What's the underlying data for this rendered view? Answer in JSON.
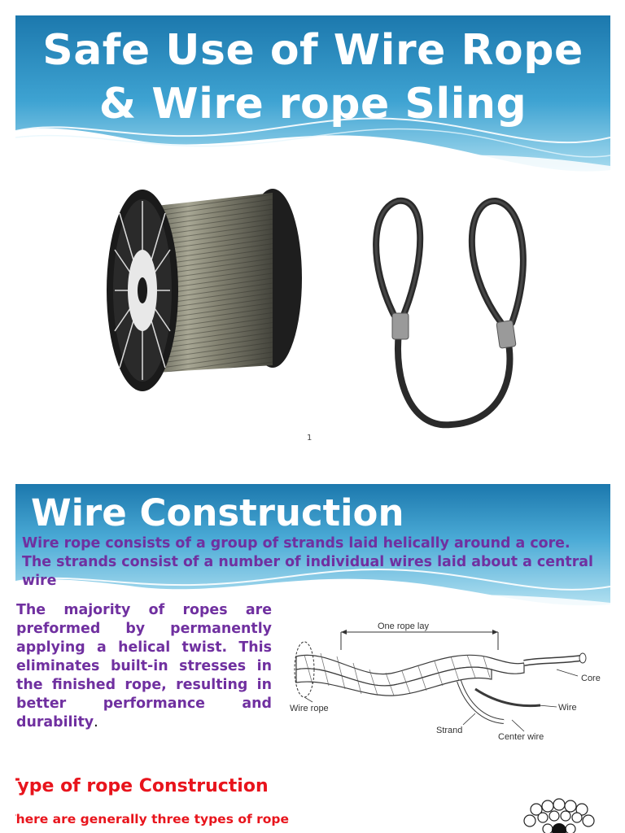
{
  "slide1": {
    "title_line1": "Safe Use of Wire Rope",
    "title_line2": "& Wire rope Sling",
    "page_number": "1",
    "colors": {
      "banner_top": "#1f7fb3",
      "banner_bottom": "#8fd0ea"
    },
    "images": [
      "wire-rope-spool",
      "wire-rope-sling"
    ]
  },
  "slide2": {
    "title": "Wire Construction",
    "intro": "Wire rope consists of a group of strands laid helically around a core. The strands consist of a number of individual wires laid about a central wire",
    "paragraph": "The majority of ropes are preformed by permanently applying a helical twist. This eliminates built-in stresses in the finished rope, resulting in better performance and durability",
    "paragraph_end": ".",
    "diagram": {
      "labels": {
        "one_rope_lay": "One rope lay",
        "core": "Core",
        "wire_rope": "Wire rope",
        "wire": "Wire",
        "strand": "Strand",
        "center_wire": "Center wire"
      }
    },
    "sub_heading": "Type of rope Construction",
    "sub_text": "There are generally three types of rope",
    "colors": {
      "text_purple": "#7030a0",
      "text_red": "#e8141c"
    }
  }
}
